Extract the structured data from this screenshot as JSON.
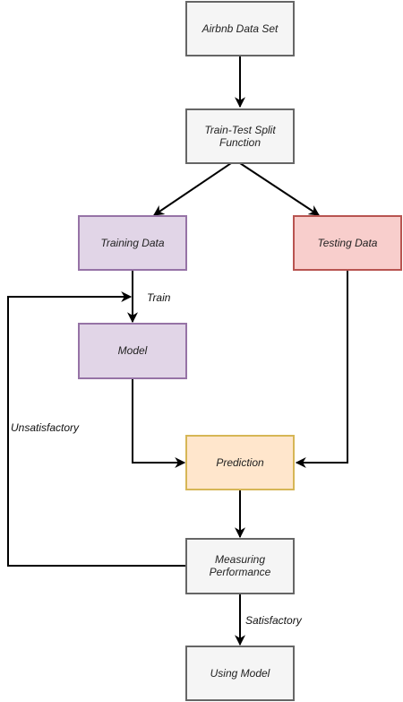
{
  "nodes": {
    "dataset": {
      "label": [
        "Airbnb Data Set"
      ],
      "fill": "#f5f5f5",
      "stroke": "#666666"
    },
    "split": {
      "label": [
        "Train-Test Split",
        "Function"
      ],
      "fill": "#f5f5f5",
      "stroke": "#666666"
    },
    "training": {
      "label": [
        "Training Data"
      ],
      "fill": "#e1d5e7",
      "stroke": "#9673a6"
    },
    "testing": {
      "label": [
        "Testing Data"
      ],
      "fill": "#f8cecc",
      "stroke": "#b85450"
    },
    "model": {
      "label": [
        "Model"
      ],
      "fill": "#e1d5e7",
      "stroke": "#9673a6"
    },
    "prediction": {
      "label": [
        "Prediction"
      ],
      "fill": "#ffe6cc",
      "stroke": "#d6b656"
    },
    "measuring": {
      "label": [
        "Measuring",
        "Performance"
      ],
      "fill": "#f5f5f5",
      "stroke": "#666666"
    },
    "using": {
      "label": [
        "Using Model"
      ],
      "fill": "#f5f5f5",
      "stroke": "#666666"
    }
  },
  "edge_labels": {
    "train": "Train",
    "unsatisfactory": "Unsatisfactory",
    "satisfactory": "Satisfactory"
  }
}
